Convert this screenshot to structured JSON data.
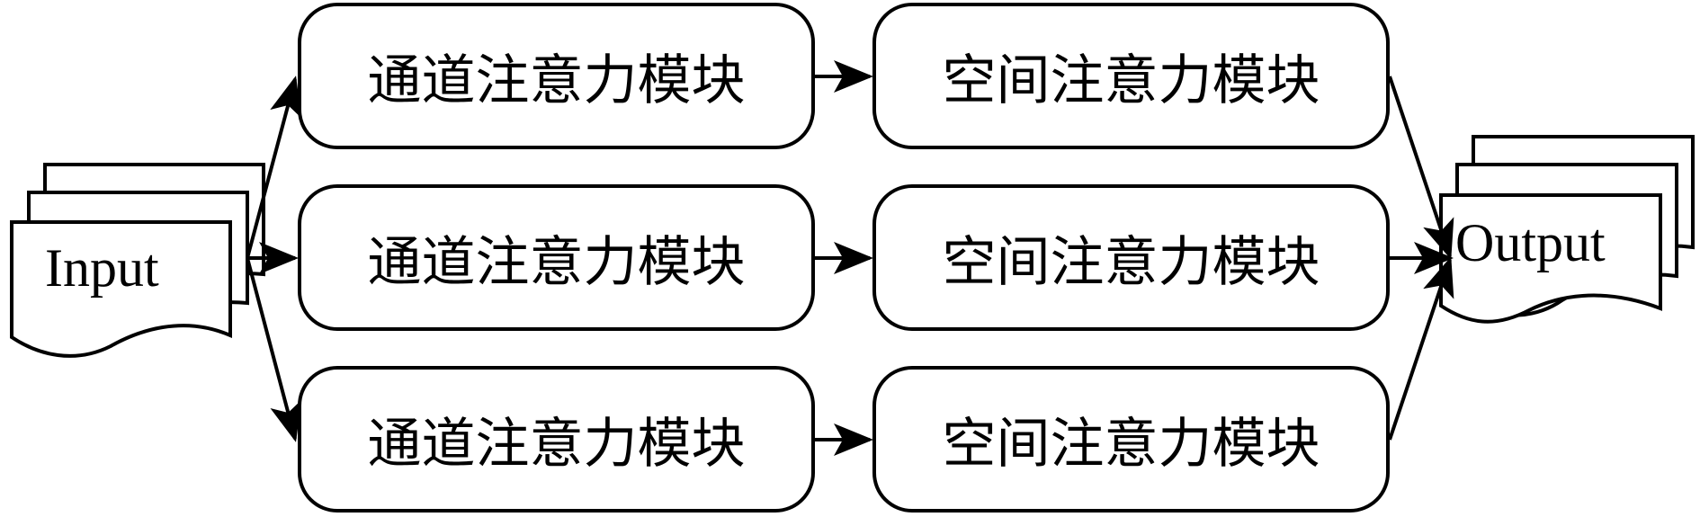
{
  "input": {
    "label": "Input"
  },
  "output": {
    "label": "Output"
  },
  "branches": [
    {
      "channel_attention": "通道注意力模块",
      "spatial_attention": "空间注意力模块"
    },
    {
      "channel_attention": "通道注意力模块",
      "spatial_attention": "空间注意力模块"
    },
    {
      "channel_attention": "通道注意力模块",
      "spatial_attention": "空间注意力模块"
    }
  ],
  "colors": {
    "stroke": "#000000",
    "fill": "#ffffff"
  }
}
